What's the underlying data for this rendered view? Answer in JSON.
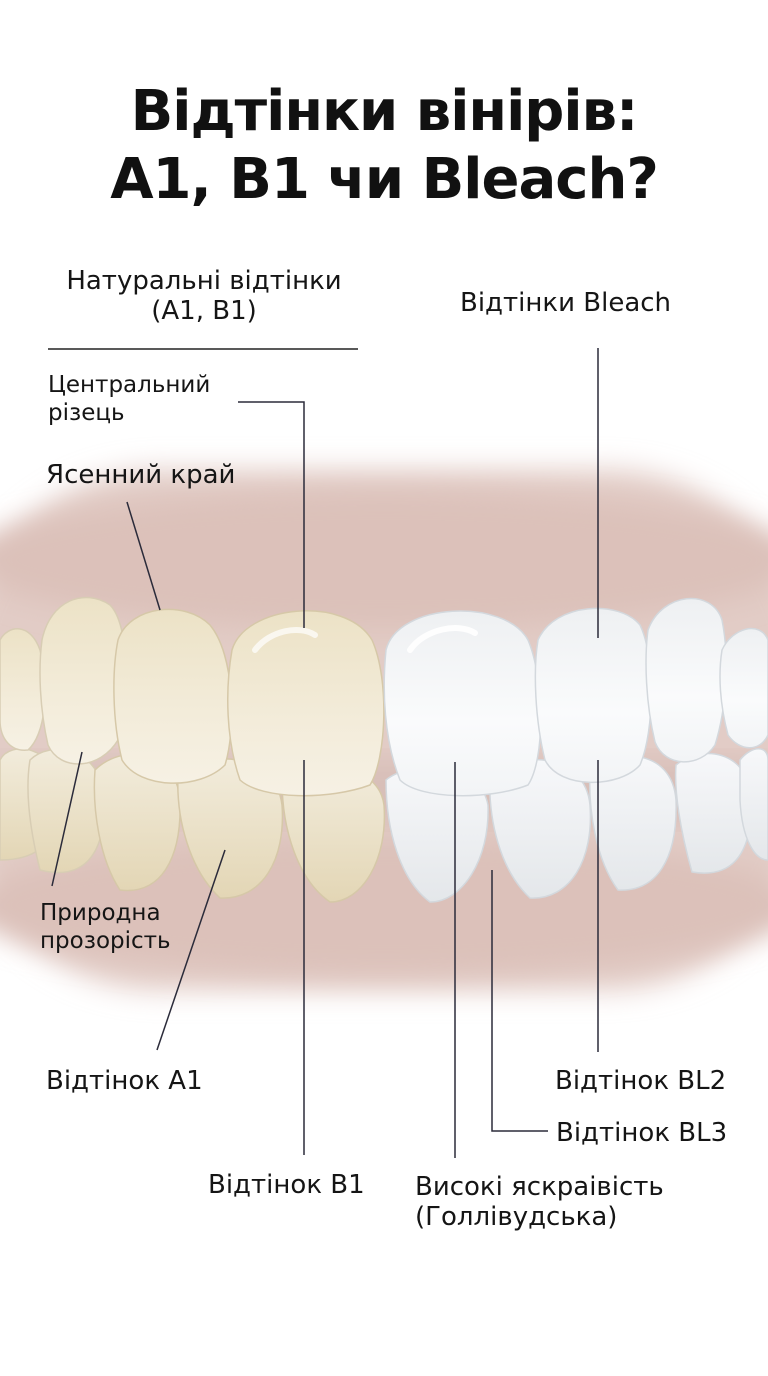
{
  "title": {
    "line1": "Відтінки вінірів:",
    "line2": "A1, B1 чи Bleach?"
  },
  "groups": {
    "natural": {
      "line1": "Натуральні відтінки",
      "line2": "(A1, B1)"
    },
    "bleach": {
      "label": "Відтінки Bleach"
    }
  },
  "annotations": {
    "central_incisor": {
      "line1": "Центральний",
      "line2": "різець"
    },
    "gum_edge": {
      "label": "Ясенний край"
    },
    "natural_translucency": {
      "line1": "Природна",
      "line2": "прозорість"
    },
    "shade_a1": {
      "label": "Відтінок A1"
    },
    "shade_b1": {
      "label": "Відтінок B1"
    },
    "high_brightness": {
      "line1": "Високі яскраівість",
      "line2": "(Голлівудська)"
    },
    "shade_bl2": {
      "label": "Відтінок BL2"
    },
    "shade_bl3": {
      "label": "Відтінок BL3"
    }
  },
  "colors": {
    "background": "#ffffff",
    "gum": "#dcc3bd",
    "natural_tooth": "#efe6d0",
    "bleach_tooth": "#f4f6f8",
    "leader_line": "#2b2b3a"
  }
}
